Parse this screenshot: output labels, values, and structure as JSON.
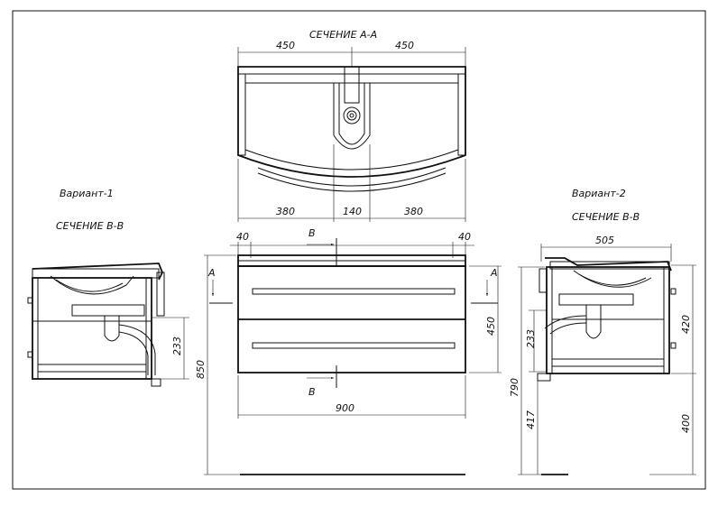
{
  "sections": {
    "section_aa": "СЕЧЕНИЕ А-А",
    "variant1_title": "Вариант-1",
    "variant1_section": "СЕЧЕНИЕ В-В",
    "variant2_title": "Вариант-2",
    "variant2_section": "СЕЧЕНИЕ В-В"
  },
  "top_view": {
    "dim_left_top": "450",
    "dim_right_top": "450",
    "dim_bottom_left": "380",
    "dim_bottom_mid": "140",
    "dim_bottom_right": "380"
  },
  "front_view": {
    "dim_left_offset": "40",
    "dim_right_offset": "40",
    "cut_mark_top": "B",
    "cut_mark_bottom": "B",
    "cut_mark_left": "A",
    "cut_mark_right": "A",
    "dim_height_right": "450",
    "dim_total_height": "850",
    "dim_width": "900"
  },
  "variant1": {
    "dim_233": "233"
  },
  "variant2": {
    "dim_depth": "505",
    "dim_420": "420",
    "dim_233": "233",
    "dim_790": "790",
    "dim_417": "417",
    "dim_400": "400"
  }
}
